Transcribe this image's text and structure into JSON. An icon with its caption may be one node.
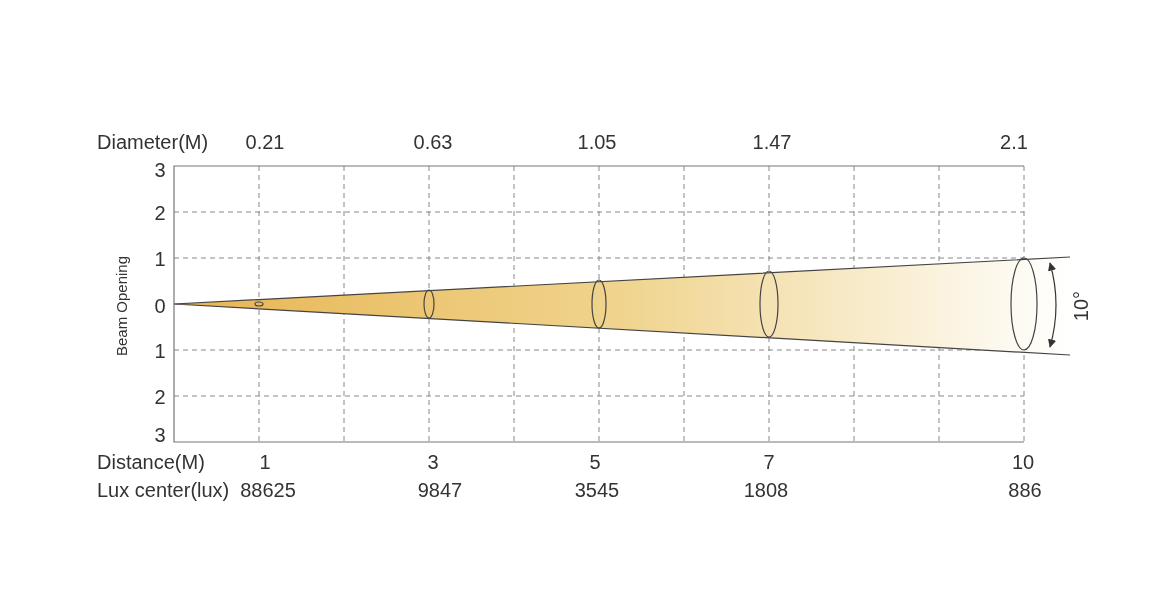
{
  "diagram": {
    "labels": [
      "Diameter(M)",
      "0.21",
      "0.63",
      "1.05",
      "1.47",
      "2.1",
      "3",
      "2",
      "1",
      "0",
      "1",
      "2",
      "3",
      "Beam Opening",
      "10°",
      "Distance(M)",
      "1",
      "3",
      "5",
      "7",
      "10",
      "Lux center(lux)",
      "88625",
      "9847",
      "3545",
      "1808",
      "886"
    ]
  }
}
